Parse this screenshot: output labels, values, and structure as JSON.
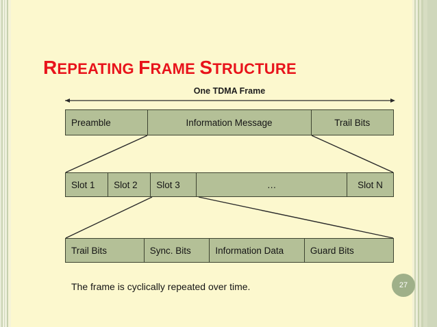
{
  "slide": {
    "title_words": [
      {
        "cap": "R",
        "rest": "EPEATING"
      },
      {
        "cap": "F",
        "rest": "RAME"
      },
      {
        "cap": "S",
        "rest": "TRUCTURE"
      }
    ],
    "title_plain": "Repeating Frame Structure",
    "frame_label": "One TDMA Frame",
    "caption": "The frame is cyclically repeated over time.",
    "page_number": "27",
    "colors": {
      "background": "#fcf8ce",
      "title_red": "#e8131b",
      "box_fill": "#b4c097",
      "box_border": "#3d4330",
      "badge_fill": "#9fb089",
      "text": "#141414"
    }
  },
  "diagram": {
    "rows": [
      {
        "name": "tdma-frame-row",
        "cells": [
          {
            "label": "Preamble",
            "width_pct": 25,
            "align": "left"
          },
          {
            "label": "Information Message",
            "width_pct": 50,
            "align": "center"
          },
          {
            "label": "Trail Bits",
            "width_pct": 25,
            "align": "center"
          }
        ]
      },
      {
        "name": "slots-row",
        "cells": [
          {
            "label": "Slot 1",
            "width_pct": 13,
            "align": "left"
          },
          {
            "label": "Slot 2",
            "width_pct": 13,
            "align": "left"
          },
          {
            "label": "Slot 3",
            "width_pct": 14,
            "align": "left"
          },
          {
            "label": "…",
            "width_pct": 46,
            "align": "center"
          },
          {
            "label": "Slot N",
            "width_pct": 14,
            "align": "center"
          }
        ]
      },
      {
        "name": "slot-detail-row",
        "cells": [
          {
            "label": "Trail Bits",
            "width_pct": 24,
            "align": "left"
          },
          {
            "label": "Sync. Bits",
            "width_pct": 20,
            "align": "left"
          },
          {
            "label": "Information Data",
            "width_pct": 29,
            "align": "left"
          },
          {
            "label": "Guard Bits",
            "width_pct": 27,
            "align": "left"
          }
        ]
      }
    ]
  }
}
